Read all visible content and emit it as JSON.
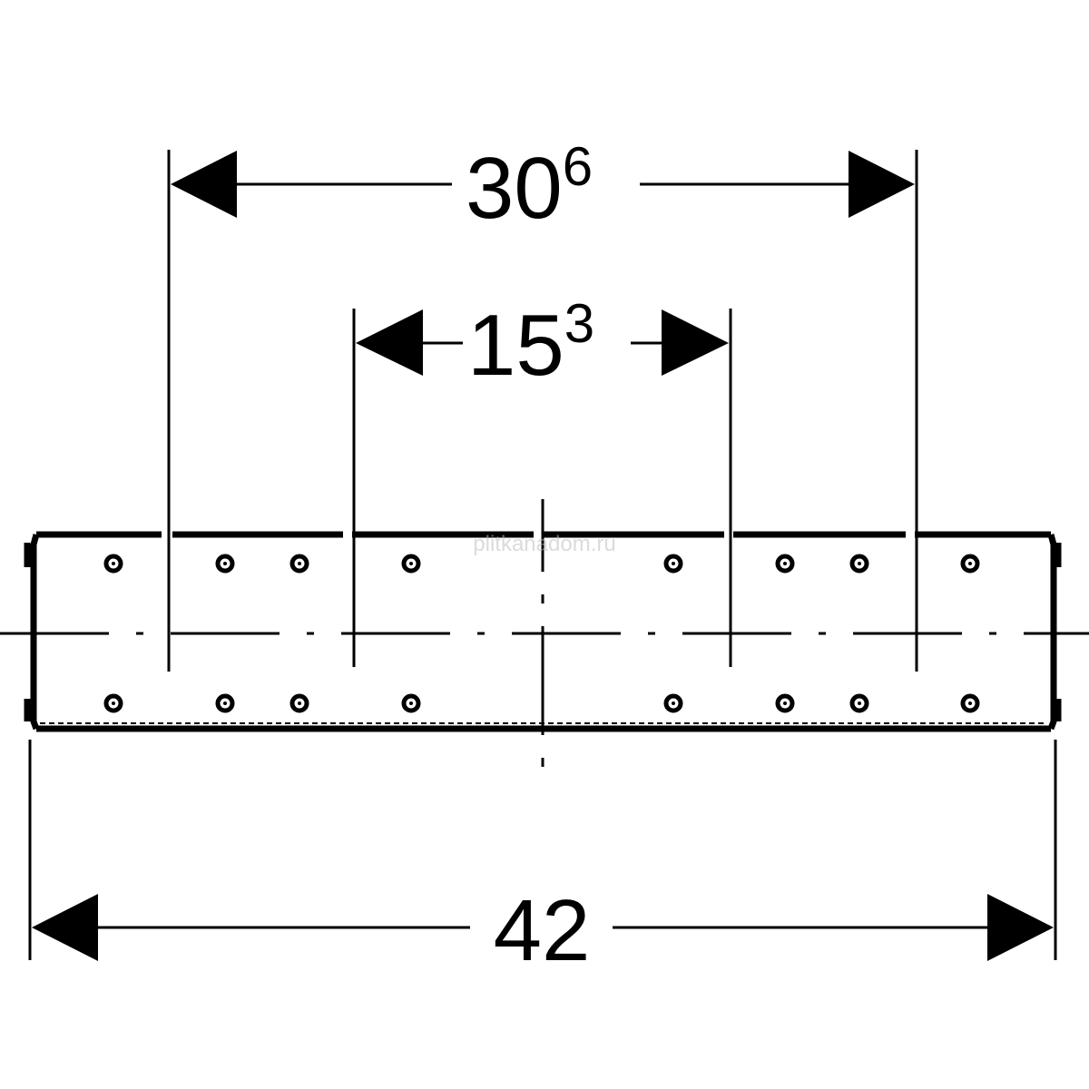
{
  "dimensions": {
    "outer": {
      "main": "30",
      "sup": "6"
    },
    "inner": {
      "main": "15",
      "sup": "3"
    },
    "overall": {
      "main": "42",
      "sup": ""
    }
  },
  "watermark": {
    "text": "plitkanadom.ru"
  },
  "holes": {
    "per_row": 8,
    "rows": 2
  },
  "colors": {
    "line": "#000000",
    "background": "#ffffff",
    "watermark": "#bdbdbd"
  }
}
